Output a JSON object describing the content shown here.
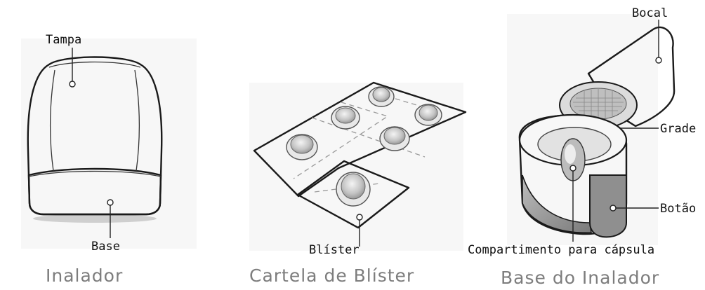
{
  "figures": {
    "inhaler": {
      "caption": "Inalador",
      "labels": {
        "lid": "Tampa",
        "base": "Base"
      }
    },
    "blister_card": {
      "caption": "Cartela de Blíster",
      "labels": {
        "blister": "Blíster"
      }
    },
    "inhaler_base": {
      "caption": "Base do Inalador",
      "labels": {
        "mouthpiece": "Bocal",
        "grid": "Grade",
        "button": "Botão",
        "capsule_chamber": "Compartimento para cápsula"
      }
    }
  },
  "colors": {
    "caption": "#7d7d7d",
    "outline": "#1a1a1a",
    "shade": "#9e9e9e"
  }
}
